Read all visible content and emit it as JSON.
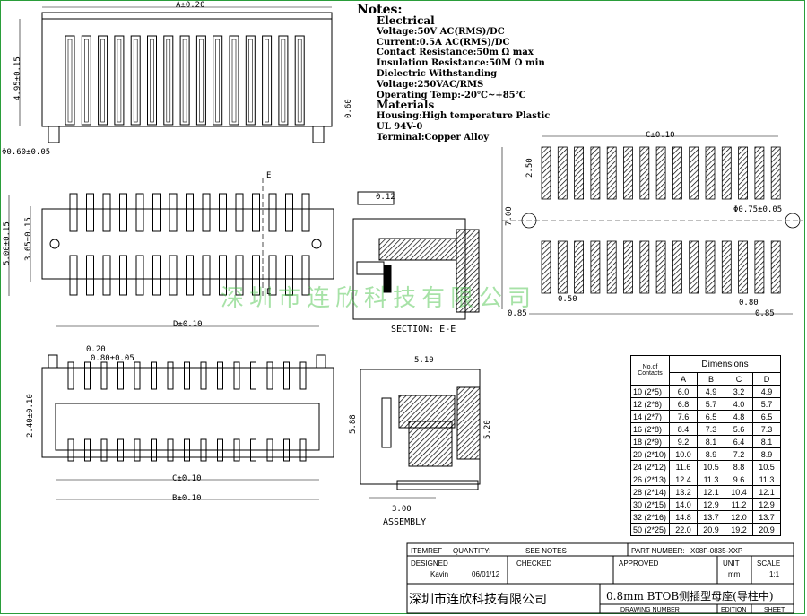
{
  "notes": {
    "title": "Notes:",
    "electrical_heading": "Electrical",
    "voltage": "Voltage:50V AC(RMS)/DC",
    "current": "Current:0.5A AC(RMS)/DC",
    "contact_resistance": "Contact Resistance:50m Ω max",
    "insulation_resistance": "Insulation Resistance:50M Ω min",
    "dielectric": "Dielectric Withstanding",
    "dielectric_voltage": "Voltage:250VAC/RMS",
    "operating_temp": "Operating Temp:-20℃~+85℃",
    "materials_heading": "Materials",
    "housing": "Housing:High temperature Plastic",
    "ul": "UL 94V-0",
    "terminal": "Terminal:Copper Alloy"
  },
  "dims": {
    "a": "A±0.20",
    "h495": "4.95±0.15",
    "h060": "0.60",
    "phi060": "Φ0.60±0.05",
    "h500": "5.00±0.15",
    "h365": "3.65±0.15",
    "d": "D±0.10",
    "s020": "0.20",
    "pitch": "0.80±0.05",
    "h240": "2.40±0.10",
    "c": "C±0.10",
    "b": "B±0.10",
    "flat": "0.12",
    "section": "SECTION: E-E",
    "e_mark": "E",
    "w510": "5.10",
    "h588": "5.88",
    "h520": "5.20",
    "w300": "3.00",
    "assembly": "ASSEMBLY",
    "fp_c": "C±0.10",
    "fp_250": "2.50",
    "fp_700": "7.00",
    "fp_phi": "Φ0.75±0.05",
    "fp_085a": "0.85",
    "fp_050": "0.50",
    "fp_080": "0.80",
    "fp_085b": "0.85"
  },
  "watermark": "深圳市连欣科技有限公司",
  "dimensions_table": {
    "header_contacts": "No.of Contacts",
    "header_title": "Dimensions",
    "columns": [
      "A",
      "B",
      "C",
      "D"
    ],
    "rows": [
      {
        "contacts": "10 (2*5)",
        "a": "6.0",
        "b": "4.9",
        "c": "3.2",
        "d": "4.9"
      },
      {
        "contacts": "12 (2*6)",
        "a": "6.8",
        "b": "5.7",
        "c": "4.0",
        "d": "5.7"
      },
      {
        "contacts": "14 (2*7)",
        "a": "7.6",
        "b": "6.5",
        "c": "4.8",
        "d": "6.5"
      },
      {
        "contacts": "16 (2*8)",
        "a": "8.4",
        "b": "7.3",
        "c": "5.6",
        "d": "7.3"
      },
      {
        "contacts": "18 (2*9)",
        "a": "9.2",
        "b": "8.1",
        "c": "6.4",
        "d": "8.1"
      },
      {
        "contacts": "20 (2*10)",
        "a": "10.0",
        "b": "8.9",
        "c": "7.2",
        "d": "8.9"
      },
      {
        "contacts": "24 (2*12)",
        "a": "11.6",
        "b": "10.5",
        "c": "8.8",
        "d": "10.5"
      },
      {
        "contacts": "26 (2*13)",
        "a": "12.4",
        "b": "11.3",
        "c": "9.6",
        "d": "11.3"
      },
      {
        "contacts": "28 (2*14)",
        "a": "13.2",
        "b": "12.1",
        "c": "10.4",
        "d": "12.1"
      },
      {
        "contacts": "30 (2*15)",
        "a": "14.0",
        "b": "12.9",
        "c": "11.2",
        "d": "12.9"
      },
      {
        "contacts": "32 (2*16)",
        "a": "14.8",
        "b": "13.7",
        "c": "12.0",
        "d": "13.7"
      },
      {
        "contacts": "50 (2*25)",
        "a": "22.0",
        "b": "20.9",
        "c": "19.2",
        "d": "20.9"
      }
    ]
  },
  "title_block": {
    "itemref": "ITEMREF",
    "quantity": "QUANTITY:",
    "see_notes": "SEE NOTES",
    "part_number_label": "PART NUMBER:",
    "part_number": "X08F-0835-XXP",
    "designed_label": "DESIGNED",
    "designer": "Kavin",
    "date": "06/01/12",
    "checked_label": "CHECKED",
    "approved_label": "APPROVED",
    "unit_label": "UNIT",
    "unit_value": "mm",
    "scale_label": "SCALE",
    "scale_value": "1:1",
    "company": "深圳市连欣科技有限公司",
    "product": "0.8mm BTOB侧插型母座(导柱中)",
    "drawing_number_label": "DRAWING NUMBER",
    "edition_label": "EDITION",
    "sheet_label": "SHEET"
  },
  "colors": {
    "border": "#2a9d3a",
    "watermark": "#3cbe3c",
    "hatch": "#000000"
  }
}
